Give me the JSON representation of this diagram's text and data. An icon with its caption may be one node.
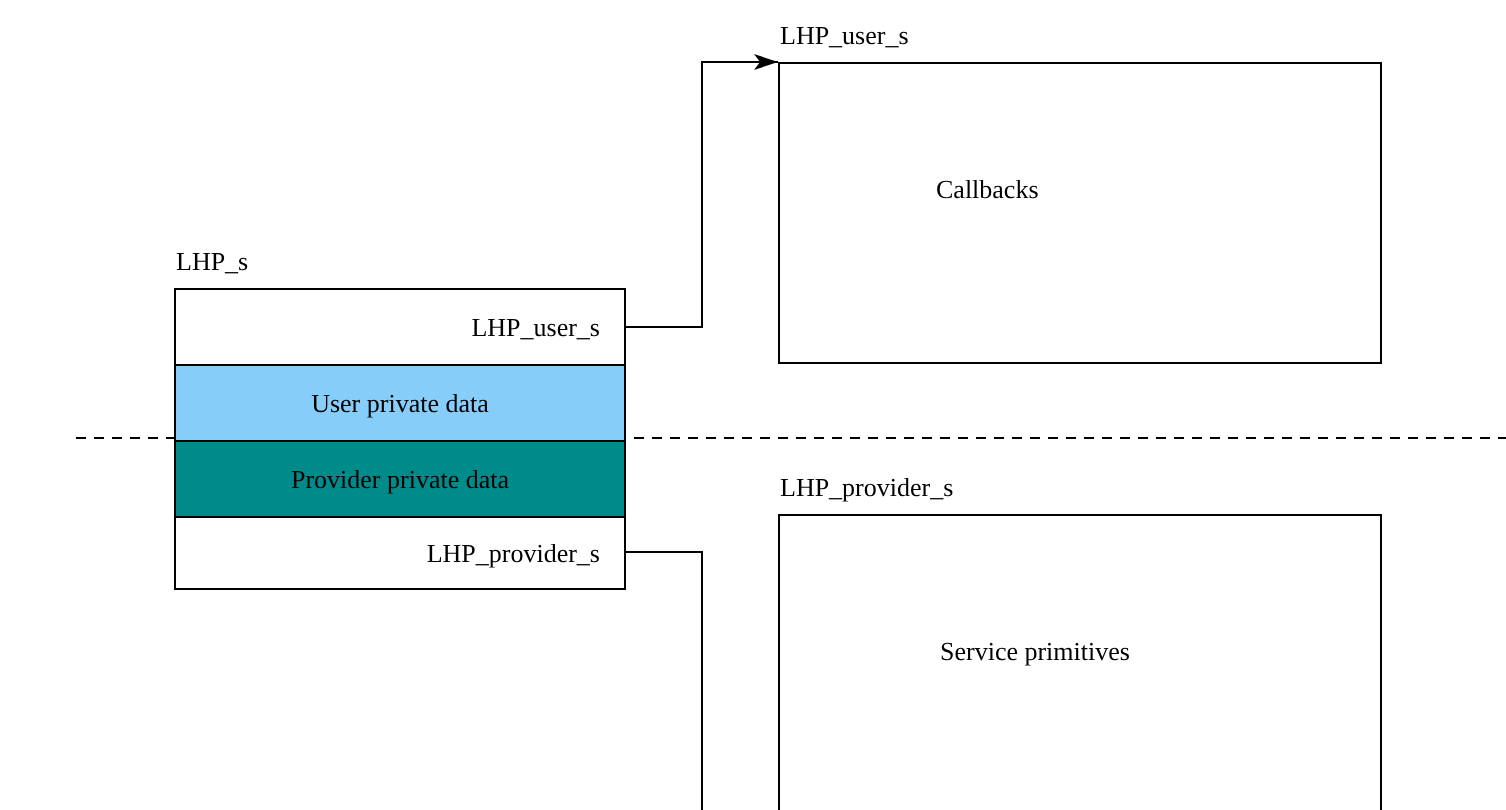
{
  "diagram": {
    "nodes": [
      {
        "text": [
          "LHP_s"
        ]
      },
      {
        "text": [
          "LHP_user_s"
        ],
        "in": 0
      },
      {
        "text": [
          "User private data"
        ],
        "in": 0
      },
      {
        "text": [
          "Provider private data"
        ],
        "in": 0
      },
      {
        "text": [
          "LHP_provider_s"
        ],
        "in": 0
      },
      {
        "text": [
          "LHP_user_s",
          "Callbacks"
        ]
      },
      {
        "text": [
          "LHP_provider_s",
          "Service primitives"
        ]
      }
    ],
    "edges": [
      {
        "from": 1,
        "to": 5,
        "arrow": "to"
      },
      {
        "from": 4,
        "to": null,
        "arrow": "none"
      }
    ]
  }
}
